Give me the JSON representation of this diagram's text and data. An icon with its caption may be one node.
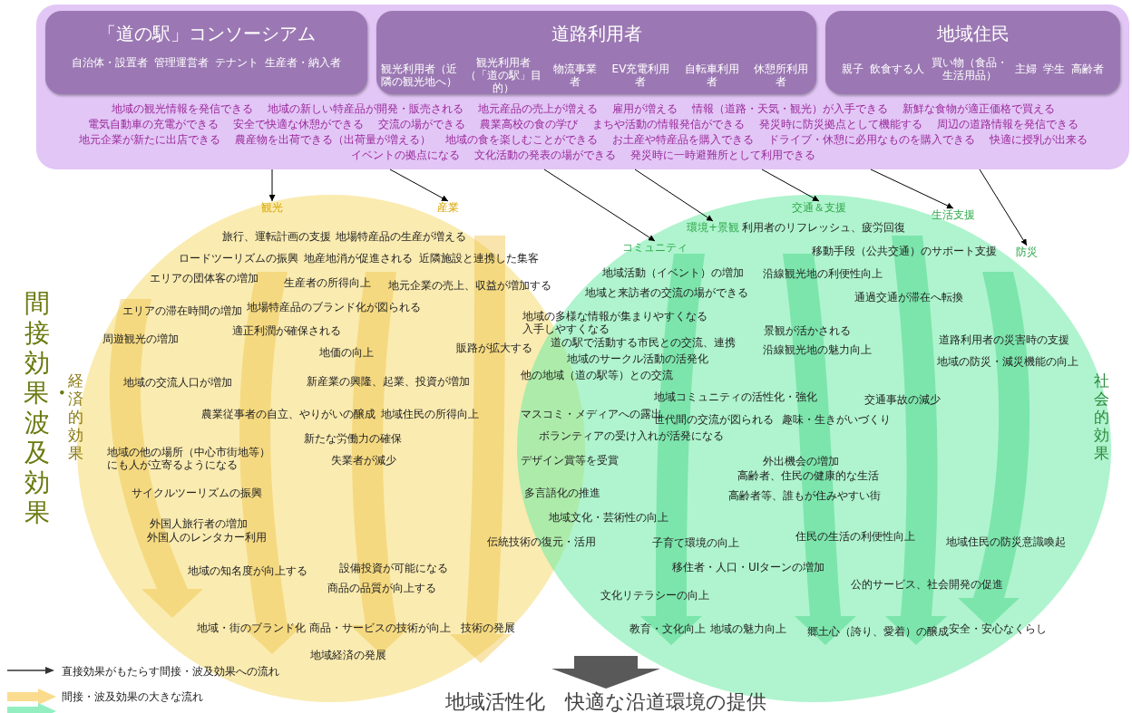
{
  "diagram": {
    "nodes": [
      {
        "text": [
          "地域の観光情報を発信できる",
          "地域の新しい特産品が開発・販売される",
          "地元産品の売上が増える",
          "雇用が増える",
          "情報（道路・天気・観光）が入手できる",
          "新鮮な食物が適正価格で買える",
          "電気自動車の充電ができる",
          "安全で快適な休憩ができる",
          "交流の場ができる",
          "農業高校の食の学び",
          "まちや活動の情報発信ができる",
          "発災時に防災拠点として機能する",
          "周辺の道路情報を発信できる",
          "地元企業が新たに出店できる",
          "農産物を出荷できる（出荷量が増える）",
          "地域の食を楽しむことができる",
          "お土産や特産品を購入できる",
          "ドライブ・休憩に必用なものを購入できる",
          "快適に授乳が出来る",
          "イベントの拠点になる",
          "文化活動の発表の場ができる",
          "発災時に一時避難所として利用できる"
        ]
      },
      {
        "text": [
          "「道の駅」コンソーシアム",
          "自治体・設置者",
          "管理運営者",
          "テナント",
          "生産者・納入者"
        ],
        "in": 0
      },
      {
        "text": [
          "道路利用者",
          "観光利用者（近隣の観光地へ）",
          "観光利用者（「道の駅」目的）",
          "物流事業者",
          "EV充電利用者",
          "自転車利用者",
          "休憩所利用者"
        ],
        "in": 0
      },
      {
        "text": [
          "地域住民",
          "親子",
          "飲食する人",
          "買い物（食品・生活用品）",
          "主婦",
          "学生",
          "高齢者"
        ],
        "in": 0
      },
      {
        "text": [
          "経済的効果"
        ]
      },
      {
        "text": [
          "社会的効果"
        ]
      },
      {
        "text": [
          "観光"
        ],
        "in": 4
      },
      {
        "text": [
          "産業"
        ],
        "in": 4
      },
      {
        "text": [
          "コミュニティ"
        ],
        "in": 5
      },
      {
        "text": [
          "環境+景観"
        ],
        "in": 5
      },
      {
        "text": [
          "交通＆支援"
        ],
        "in": 5
      },
      {
        "text": [
          "生活支援"
        ],
        "in": 5
      },
      {
        "text": [
          "防災"
        ],
        "in": 5
      },
      {
        "text": [
          "旅行、運転計画の支援"
        ],
        "in": 4
      },
      {
        "text": [
          "地場特産品の生産が増える"
        ],
        "in": 4
      },
      {
        "text": [
          "ロードツーリズムの振興"
        ],
        "in": 4
      },
      {
        "text": [
          "地産地消が促進される"
        ],
        "in": 4
      },
      {
        "text": [
          "近隣施設と連携した集客"
        ],
        "in": 4
      },
      {
        "text": [
          "エリアの団体客の増加"
        ],
        "in": 4
      },
      {
        "text": [
          "生産者の所得向上"
        ],
        "in": 4
      },
      {
        "text": [
          "地元企業の売上、収益が増加する"
        ],
        "in": 4
      },
      {
        "text": [
          "エリアの滞在時間の増加"
        ],
        "in": 4
      },
      {
        "text": [
          "地場特産品のブランド化が図られる"
        ],
        "in": 4
      },
      {
        "text": [
          "適正利潤が確保される"
        ],
        "in": 4
      },
      {
        "text": [
          "周遊観光の増加"
        ],
        "in": 4
      },
      {
        "text": [
          "地価の向上"
        ],
        "in": 4
      },
      {
        "text": [
          "販路が拡大する"
        ],
        "in": 4
      },
      {
        "text": [
          "地域の交流人口が増加"
        ],
        "in": 4
      },
      {
        "text": [
          "新産業の興隆、起業、投資が増加"
        ],
        "in": 4
      },
      {
        "text": [
          "農業従事者の自立、やりがいの醸成"
        ],
        "in": 4
      },
      {
        "text": [
          "地域住民の所得向上"
        ],
        "in": 4
      },
      {
        "text": [
          "地域の他の場所（中心市街地等）にも人が立寄るようになる"
        ],
        "in": 4
      },
      {
        "text": [
          "新たな労働力の確保"
        ],
        "in": 4
      },
      {
        "text": [
          "失業者が減少"
        ],
        "in": 4
      },
      {
        "text": [
          "サイクルツーリズムの振興"
        ],
        "in": 4
      },
      {
        "text": [
          "外国人旅行者の増加"
        ],
        "in": 4
      },
      {
        "text": [
          "外国人のレンタカー利用"
        ],
        "in": 4
      },
      {
        "text": [
          "地域の知名度が向上する"
        ],
        "in": 4
      },
      {
        "text": [
          "設備投資が可能になる"
        ],
        "in": 4
      },
      {
        "text": [
          "商品の品質が向上する"
        ],
        "in": 4
      },
      {
        "text": [
          "地域・街のブランド化"
        ],
        "in": 4
      },
      {
        "text": [
          "商品・サービスの技術が向上"
        ],
        "in": 4
      },
      {
        "text": [
          "技術の発展"
        ],
        "in": 4
      },
      {
        "text": [
          "地域経済の発展"
        ],
        "in": 4
      },
      {
        "text": [
          "地域活動（イベント）の増加"
        ],
        "in": 5
      },
      {
        "text": [
          "地域と来訪者の交流の場ができる"
        ],
        "in": 5
      },
      {
        "text": [
          "地域の多様な情報が集まりやすくなる入手しやすくなる"
        ],
        "in": 5
      },
      {
        "text": [
          "道の駅で活動する市民との交流、連携"
        ],
        "in": 5
      },
      {
        "text": [
          "地域のサークル活動の活発化"
        ],
        "in": 5
      },
      {
        "text": [
          "他の地域（道の駅等）との交流"
        ],
        "in": 5
      },
      {
        "text": [
          "マスコミ・メディアへの露出"
        ],
        "in": 5
      },
      {
        "text": [
          "ボランティアの受け入れが活発になる"
        ],
        "in": 5
      },
      {
        "text": [
          "デザイン賞等を受賞"
        ],
        "in": 5
      },
      {
        "text": [
          "多言語化の推進"
        ],
        "in": 5
      },
      {
        "text": [
          "地域文化・芸術性の向上"
        ],
        "in": 5
      },
      {
        "text": [
          "伝統技術の復元・活用"
        ]
      },
      {
        "text": [
          "文化リテラシーの向上"
        ],
        "in": 5
      },
      {
        "text": [
          "利用者のリフレッシュ、疲労回復"
        ],
        "in": 5
      },
      {
        "text": [
          "移動手段（公共交通）のサポート支援"
        ],
        "in": 5
      },
      {
        "text": [
          "沿線観光地の利便性向上"
        ],
        "in": 5
      },
      {
        "text": [
          "通過交通が滞在へ転換"
        ],
        "in": 5
      },
      {
        "text": [
          "景観が活かされる"
        ],
        "in": 5
      },
      {
        "text": [
          "沿線観光地の魅力向上"
        ],
        "in": 5
      },
      {
        "text": [
          "道路利用者の災害時の支援"
        ],
        "in": 5
      },
      {
        "text": [
          "地域の防災・減災機能の向上"
        ],
        "in": 5
      },
      {
        "text": [
          "地域コミュニティの活性化・強化"
        ],
        "in": 5
      },
      {
        "text": [
          "世代間の交流が図られる"
        ],
        "in": 5
      },
      {
        "text": [
          "趣味・生きがいづくり"
        ],
        "in": 5
      },
      {
        "text": [
          "交通事故の減少"
        ],
        "in": 5
      },
      {
        "text": [
          "外出機会の増加"
        ],
        "in": 5
      },
      {
        "text": [
          "高齢者、住民の健康的な生活"
        ],
        "in": 5
      },
      {
        "text": [
          "高齢者等、誰もが住みやすい街"
        ],
        "in": 5
      },
      {
        "text": [
          "住民の生活の利便性向上"
        ],
        "in": 5
      },
      {
        "text": [
          "地域住民の防災意識喚起"
        ],
        "in": 5
      },
      {
        "text": [
          "子育て環境の向上"
        ],
        "in": 5
      },
      {
        "text": [
          "移住者・人口・UIターンの増加"
        ],
        "in": 5
      },
      {
        "text": [
          "公的サービス、社会開発の促進"
        ],
        "in": 5
      },
      {
        "text": [
          "教育・文化向上"
        ],
        "in": 5
      },
      {
        "text": [
          "地域の魅力向上"
        ],
        "in": 5
      },
      {
        "text": [
          "郷土心（誇り、愛着）の醸成"
        ],
        "in": 5
      },
      {
        "text": [
          "安全・安心なくらし"
        ],
        "in": 5
      },
      {
        "text": [
          "地域活性化　快適な沿道環境の提供"
        ]
      }
    ],
    "edges": [
      {
        "from": 0,
        "to": 6,
        "arrow": "to"
      },
      {
        "from": 0,
        "to": 7,
        "arrow": "to"
      },
      {
        "from": 0,
        "to": 8,
        "arrow": "to"
      },
      {
        "from": 0,
        "to": 9,
        "arrow": "to"
      },
      {
        "from": 0,
        "to": 10,
        "arrow": "to"
      },
      {
        "from": 0,
        "to": 11,
        "arrow": "to"
      },
      {
        "from": 0,
        "to": 12,
        "arrow": "to"
      },
      {
        "from": null,
        "to": 81,
        "arrow": "to",
        "style": "thick",
        "color": "#595959"
      }
    ],
    "labels": [
      "間接効果・波及効果"
    ],
    "legend": [
      {
        "text": "直接効果がもたらす間接・波及効果への流れ"
      },
      {
        "text": "間接・波及効果の大きな流れ"
      }
    ]
  }
}
